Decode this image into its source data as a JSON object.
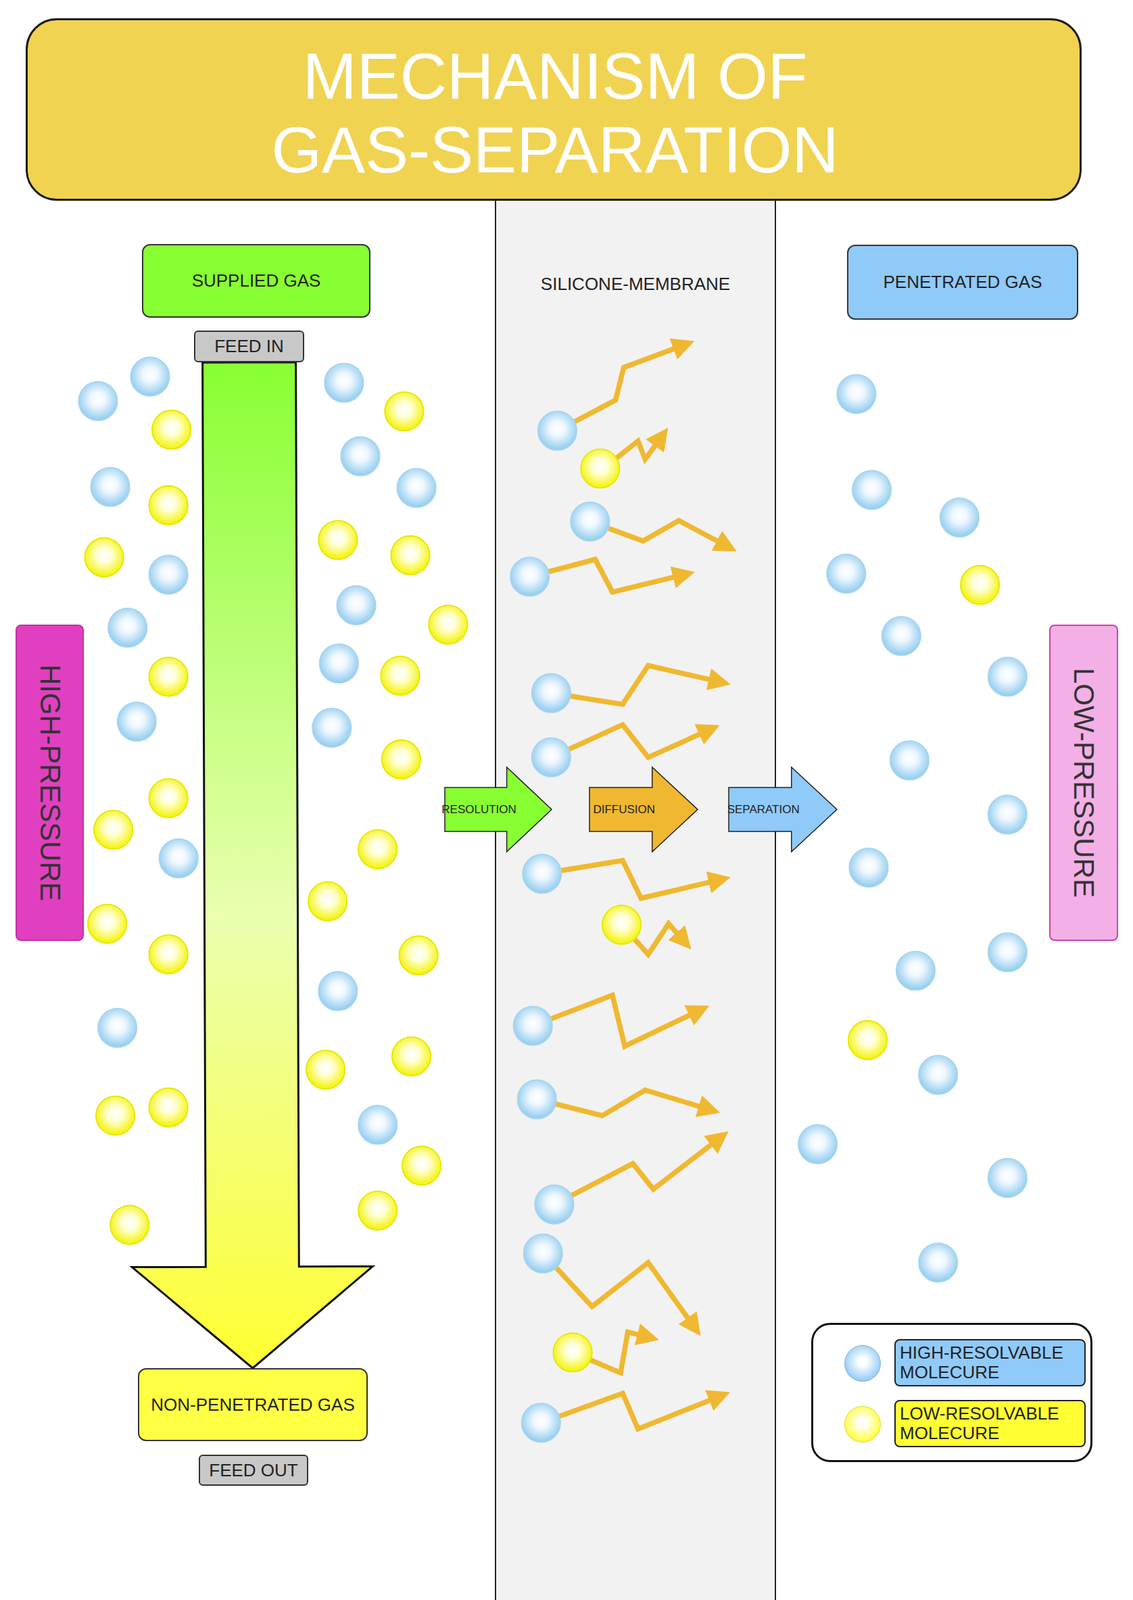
{
  "diagram": {
    "title": "MECHANISM OF GAS-SEPARATION",
    "nodes": [
      {
        "text": [
          "SUPPLIED GAS"
        ]
      },
      {
        "text": [
          "SILICONE-MEMBRANE"
        ]
      },
      {
        "text": [
          "PENETRATED GAS"
        ]
      },
      {
        "text": [
          "FEED IN"
        ]
      },
      {
        "text": [
          "HIGH-PRESSURE"
        ]
      },
      {
        "text": [
          "RESOLUTION"
        ]
      },
      {
        "text": [
          "DIFFUSION"
        ],
        "in": 1
      },
      {
        "text": [
          "SEPARATION"
        ]
      },
      {
        "text": [
          "LOW-PRESSURE"
        ]
      },
      {
        "text": [
          "NON-PENETRATED GAS"
        ]
      },
      {
        "text": [
          "FEED OUT"
        ]
      }
    ],
    "edges": [
      {
        "from": 3,
        "to": 9,
        "arrow": "to"
      }
    ],
    "legend": [
      {
        "text": "HIGH-RESOLVABLE MOLECURE",
        "color": "#90caf9"
      },
      {
        "text": "LOW-RESOLVABLE MOLECURE",
        "color": "#ffff33"
      }
    ]
  }
}
